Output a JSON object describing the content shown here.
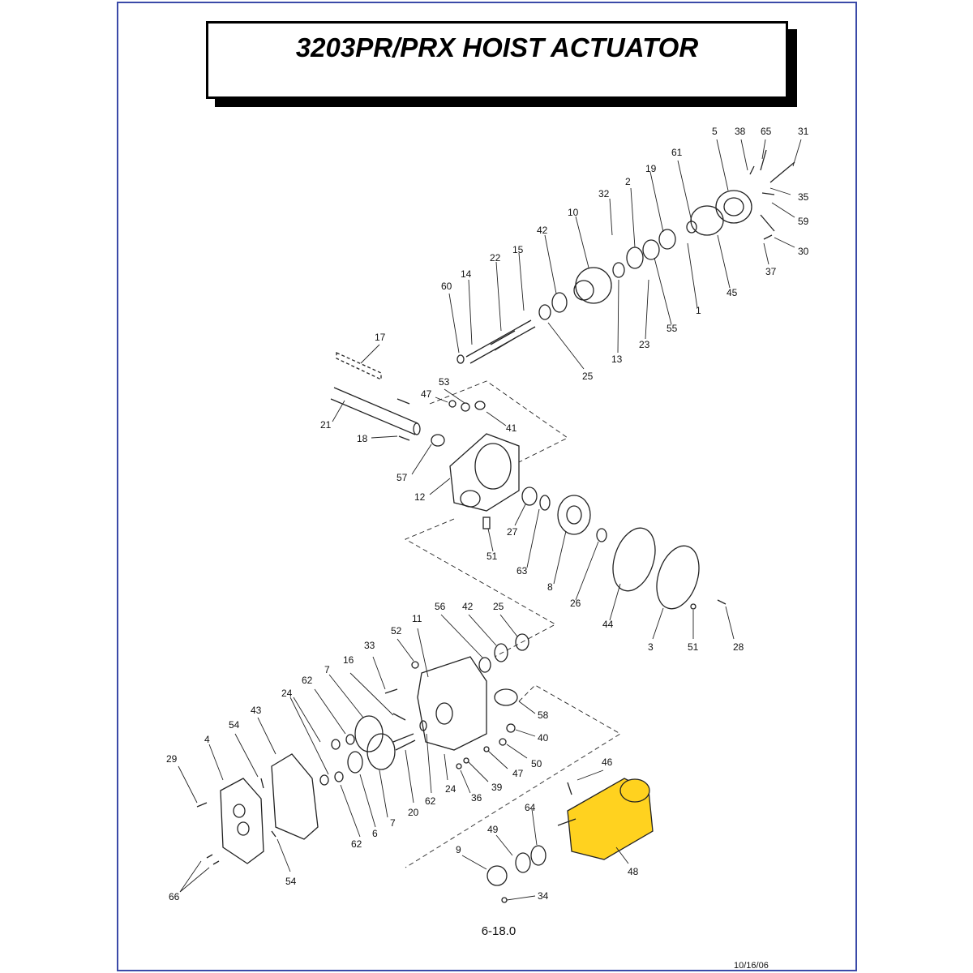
{
  "title": "3203PR/PRX HOIST ACTUATOR",
  "page_number": "6-18.0",
  "date": "10/16/06",
  "highlight_color": "#ffd21f",
  "highlighted_part": "48",
  "callouts": [
    {
      "id": "c5",
      "label": "5"
    },
    {
      "id": "c38",
      "label": "38"
    },
    {
      "id": "c65",
      "label": "65"
    },
    {
      "id": "c31",
      "label": "31"
    },
    {
      "id": "c61",
      "label": "61"
    },
    {
      "id": "c19",
      "label": "19"
    },
    {
      "id": "c2",
      "label": "2"
    },
    {
      "id": "c35",
      "label": "35"
    },
    {
      "id": "c59",
      "label": "59"
    },
    {
      "id": "c32",
      "label": "32"
    },
    {
      "id": "c10",
      "label": "10"
    },
    {
      "id": "c42a",
      "label": "42"
    },
    {
      "id": "c30",
      "label": "30"
    },
    {
      "id": "c37",
      "label": "37"
    },
    {
      "id": "c15",
      "label": "15"
    },
    {
      "id": "c22",
      "label": "22"
    },
    {
      "id": "c14",
      "label": "14"
    },
    {
      "id": "c60",
      "label": "60"
    },
    {
      "id": "c45",
      "label": "45"
    },
    {
      "id": "c1",
      "label": "1"
    },
    {
      "id": "c55",
      "label": "55"
    },
    {
      "id": "c23",
      "label": "23"
    },
    {
      "id": "c13",
      "label": "13"
    },
    {
      "id": "c25a",
      "label": "25"
    },
    {
      "id": "c17",
      "label": "17"
    },
    {
      "id": "c53",
      "label": "53"
    },
    {
      "id": "c47a",
      "label": "47"
    },
    {
      "id": "c41",
      "label": "41"
    },
    {
      "id": "c21",
      "label": "21"
    },
    {
      "id": "c18",
      "label": "18"
    },
    {
      "id": "c57",
      "label": "57"
    },
    {
      "id": "c12",
      "label": "12"
    },
    {
      "id": "c27",
      "label": "27"
    },
    {
      "id": "c51a",
      "label": "51"
    },
    {
      "id": "c63",
      "label": "63"
    },
    {
      "id": "c8",
      "label": "8"
    },
    {
      "id": "c26",
      "label": "26"
    },
    {
      "id": "c44",
      "label": "44"
    },
    {
      "id": "c3",
      "label": "3"
    },
    {
      "id": "c51b",
      "label": "51"
    },
    {
      "id": "c28",
      "label": "28"
    },
    {
      "id": "c56",
      "label": "56"
    },
    {
      "id": "c42b",
      "label": "42"
    },
    {
      "id": "c25b",
      "label": "25"
    },
    {
      "id": "c11",
      "label": "11"
    },
    {
      "id": "c52",
      "label": "52"
    },
    {
      "id": "c33",
      "label": "33"
    },
    {
      "id": "c16",
      "label": "16"
    },
    {
      "id": "c7a",
      "label": "7"
    },
    {
      "id": "c62a",
      "label": "62"
    },
    {
      "id": "c24a",
      "label": "24"
    },
    {
      "id": "c43",
      "label": "43"
    },
    {
      "id": "c54a",
      "label": "54"
    },
    {
      "id": "c4",
      "label": "4"
    },
    {
      "id": "c29",
      "label": "29"
    },
    {
      "id": "c58",
      "label": "58"
    },
    {
      "id": "c40",
      "label": "40"
    },
    {
      "id": "c50",
      "label": "50"
    },
    {
      "id": "c47b",
      "label": "47"
    },
    {
      "id": "c39",
      "label": "39"
    },
    {
      "id": "c36",
      "label": "36"
    },
    {
      "id": "c24b",
      "label": "24"
    },
    {
      "id": "c62b",
      "label": "62"
    },
    {
      "id": "c20",
      "label": "20"
    },
    {
      "id": "c7b",
      "label": "7"
    },
    {
      "id": "c6",
      "label": "6"
    },
    {
      "id": "c62c",
      "label": "62"
    },
    {
      "id": "c46",
      "label": "46"
    },
    {
      "id": "c64",
      "label": "64"
    },
    {
      "id": "c49",
      "label": "49"
    },
    {
      "id": "c9",
      "label": "9"
    },
    {
      "id": "c48",
      "label": "48"
    },
    {
      "id": "c34",
      "label": "34"
    },
    {
      "id": "c54b",
      "label": "54"
    },
    {
      "id": "c66",
      "label": "66"
    }
  ]
}
